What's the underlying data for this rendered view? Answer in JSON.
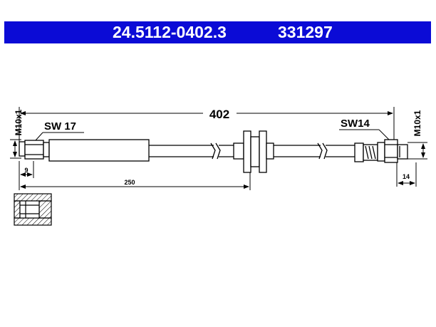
{
  "header": {
    "part_number": "24.5112-0402.3",
    "alt_number": "331297",
    "background": "#0b0bd6",
    "text_color": "#ffffff"
  },
  "dimensions": {
    "overall_length": "402",
    "left_fitting_length": "9",
    "mid_offset": "250",
    "right_fitting_length": "14",
    "left_thread": "M10x1",
    "right_thread": "M10x1",
    "left_wrench": "SW 17",
    "right_wrench": "SW14"
  }
}
